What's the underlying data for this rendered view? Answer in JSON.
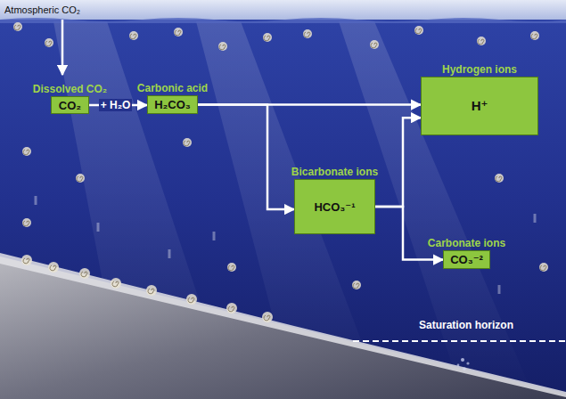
{
  "diagram": {
    "nodes": [
      {
        "text": [
          "Dissolved CO₂",
          "CO₂"
        ]
      },
      {
        "text": [
          "Carbonic acid",
          "H₂CO₃"
        ]
      },
      {
        "text": [
          "Hydrogen ions",
          "H⁺"
        ]
      },
      {
        "text": [
          "Bicarbonate ions",
          "HCO₃⁻¹"
        ]
      },
      {
        "text": [
          "Carbonate ions",
          "CO₃⁻²"
        ]
      }
    ],
    "edges": [
      {
        "from": 0,
        "to": 1,
        "arrow": "to",
        "label": "+ H₂O"
      },
      {
        "from": 1,
        "to": 2,
        "arrow": "to"
      },
      {
        "from": 1,
        "to": 3,
        "arrow": "to"
      },
      {
        "from": 3,
        "to": 2,
        "arrow": "to"
      },
      {
        "from": 3,
        "to": 4,
        "arrow": "to"
      }
    ],
    "labels": [
      "Atmospheric CO₂",
      "Saturation horizon"
    ]
  }
}
